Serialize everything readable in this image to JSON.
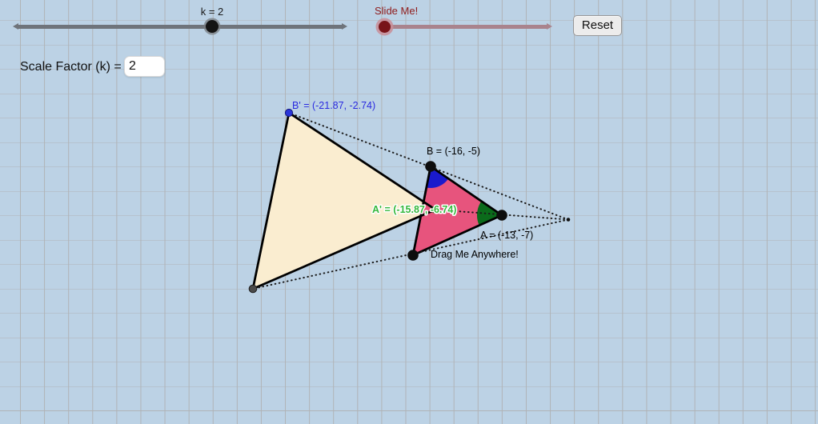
{
  "canvas": {
    "background": "#bcd2e5",
    "grid_line": "#b0b3b6"
  },
  "controls": {
    "k_slider": {
      "label": "k = 2",
      "track_color": "#6f747b",
      "handle_color": "#141414"
    },
    "slide_slider": {
      "label": "Slide Me!",
      "label_color": "#8f1a1a",
      "track_color": "#a9838d",
      "handle_color": "#781419"
    },
    "reset_button_label": "Reset",
    "scale_factor_label": "Scale Factor (k) =",
    "scale_factor_value": "2"
  },
  "figure": {
    "labels": {
      "b_prime": "B' = (-21.87, -2.74)",
      "b": "B = (-16, -5)",
      "a_prime": "A' = (-15.87, -6.74)",
      "a": "A = (-13, -7)",
      "drag_hint": "Drag Me Anywhere!"
    },
    "colors": {
      "image_triangle_fill": "#faedd0",
      "original_triangle_fill": "#e7547d",
      "angle_marker_at_b": "#1a1acc",
      "angle_marker_at_a": "#0b6b1b",
      "b_prime_label": "#2a2ae0",
      "a_prime_label": "#35b83c"
    }
  }
}
